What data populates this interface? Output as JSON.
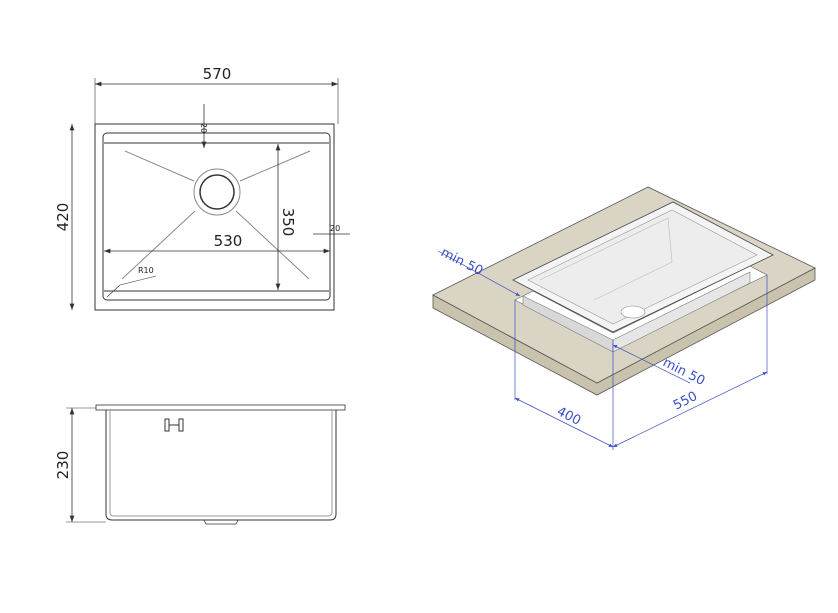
{
  "top_view": {
    "width": "570",
    "height": "420",
    "inner_width": "530",
    "inner_depth": "350",
    "rim_top": "20",
    "rim_side": "20",
    "radius": "R10"
  },
  "side_view": {
    "depth": "230"
  },
  "iso_view": {
    "min_left": "min 50",
    "min_right": "min 50",
    "cut_depth": "400",
    "cut_width": "550"
  },
  "colors": {
    "line": "#333333",
    "dimension_blue": "#3b4fc4",
    "countertop": "#d9d4c3"
  }
}
